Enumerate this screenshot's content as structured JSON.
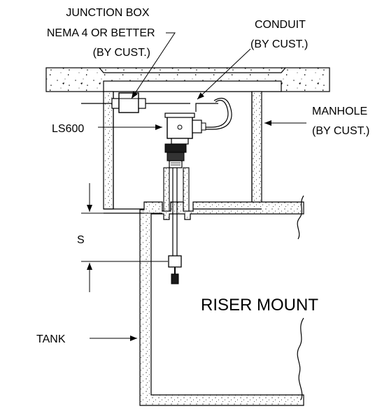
{
  "labels": {
    "junction_box": [
      "JUNCTION BOX",
      "NEMA 4 OR BETTER",
      "(BY CUST.)"
    ],
    "conduit": [
      "CONDUIT",
      "(BY CUST.)"
    ],
    "ls600": "LS600",
    "manhole": [
      "MANHOLE",
      "(BY CUST.)"
    ],
    "dimension_s": "S",
    "riser_mount": "RISER MOUNT",
    "tank": "TANK"
  }
}
